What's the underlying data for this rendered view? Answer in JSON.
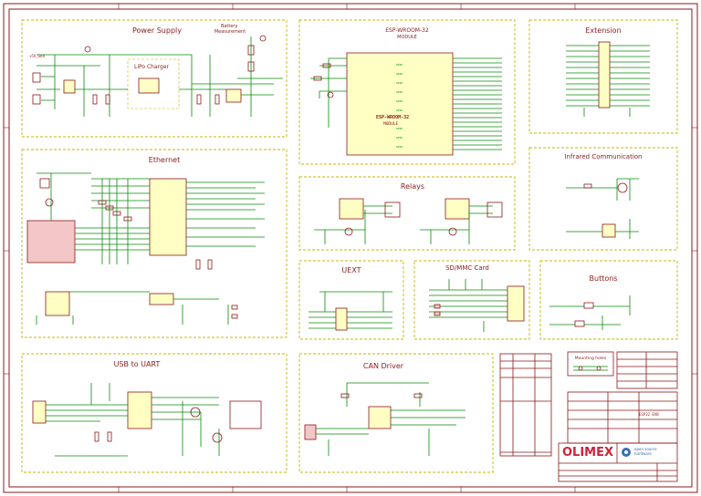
{
  "sheet_titles": {
    "power_supply": "Power Supply",
    "battery_measurement": "Battery\nMeasurement",
    "lipo_charger": "LiPo Charger",
    "esp_module": "ESP-WROOM-32",
    "esp_module_sub": "MODULE",
    "extension": "Extension",
    "ethernet": "Ethernet",
    "relays": "Relays",
    "infrared": "Infrared Communication",
    "uext": "UEXT",
    "sd_card": "SD/MMC Card",
    "buttons": "Buttons",
    "usb_uart": "USB to UART",
    "can_driver": "CAN Driver",
    "mounting_holes": "Mounting holes"
  },
  "title_block": {
    "logo": "OLIMEX",
    "oshw": "open source\nhardware",
    "board": "ESP32-EVB"
  },
  "colors": {
    "frame": "#8b1a1a",
    "block_border": "#c8b400",
    "wire": "#0a8a0a",
    "chip_fill": "#ffffc4",
    "logo": "#d1223a",
    "oshw": "#3a6fb0"
  }
}
